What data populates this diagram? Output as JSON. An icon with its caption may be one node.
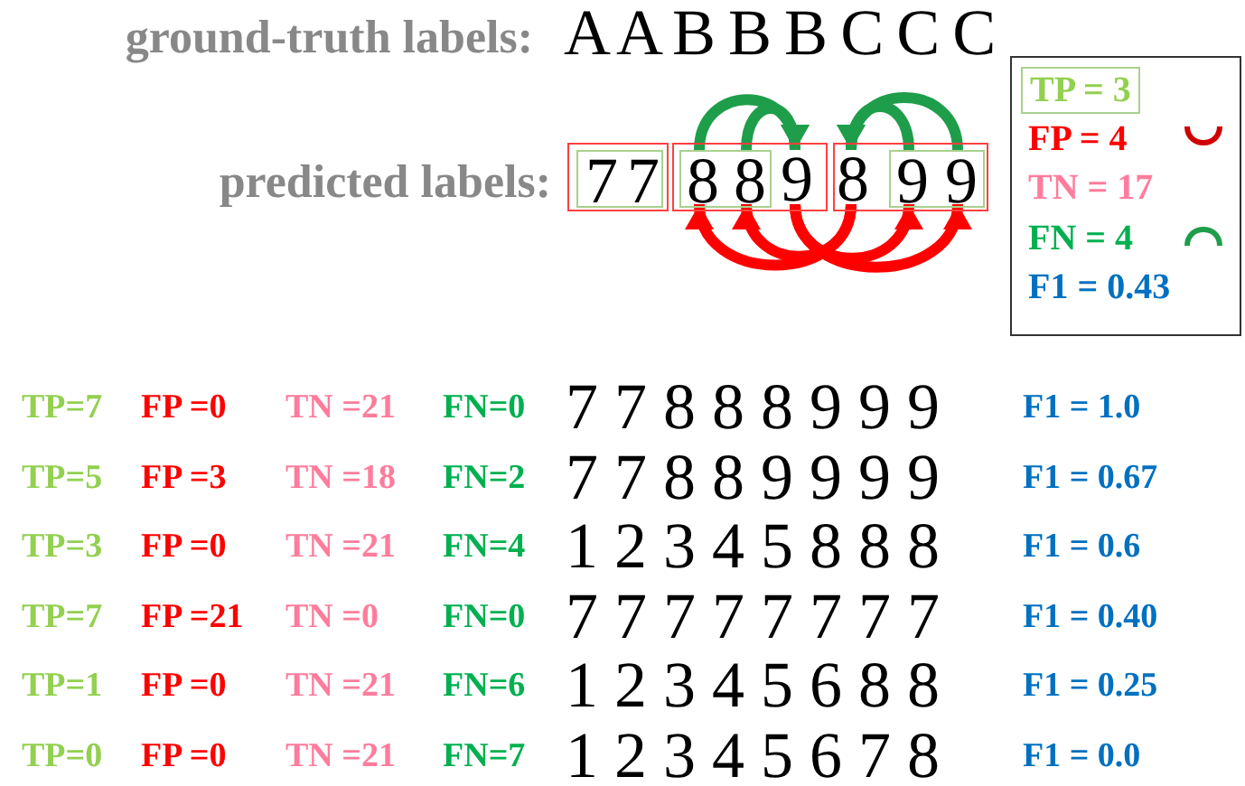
{
  "diagram": {
    "nodes": [
      {
        "text": [],
        "shape": "box"
      },
      {
        "text": [],
        "shape": "box",
        "in": 0
      },
      {
        "text": [
          "7"
        ],
        "in": 1
      },
      {
        "text": [
          "7"
        ],
        "in": 1
      },
      {
        "text": [],
        "shape": "box"
      },
      {
        "text": [],
        "shape": "box",
        "in": 4
      },
      {
        "text": [
          "8"
        ],
        "in": 5
      },
      {
        "text": [
          "8"
        ],
        "in": 5
      },
      {
        "text": [
          "9"
        ],
        "in": 4
      },
      {
        "text": [],
        "shape": "box"
      },
      {
        "text": [
          "8"
        ],
        "in": 9
      },
      {
        "text": [],
        "shape": "box",
        "in": 9
      },
      {
        "text": [
          "9"
        ],
        "in": 11
      },
      {
        "text": [
          "9"
        ],
        "in": 11
      }
    ],
    "edges": [
      {
        "from": 6,
        "to": 8,
        "arrow": "to",
        "color": "#1e9e4a"
      },
      {
        "from": 7,
        "to": 8,
        "arrow": "to",
        "color": "#1e9e4a"
      },
      {
        "from": 12,
        "to": 10,
        "arrow": "to",
        "color": "#1e9e4a"
      },
      {
        "from": 13,
        "to": 10,
        "arrow": "to",
        "color": "#1e9e4a"
      },
      {
        "from": 10,
        "to": 6,
        "arrow": "to",
        "color": "#ff0000"
      },
      {
        "from": 10,
        "to": 7,
        "arrow": "to",
        "color": "#ff0000"
      },
      {
        "from": 8,
        "to": 12,
        "arrow": "to",
        "color": "#ff0000"
      },
      {
        "from": 8,
        "to": 13,
        "arrow": "to",
        "color": "#ff0000"
      }
    ],
    "labels": [
      "ground-truth labels:",
      "A A B B B C C C",
      "predicted labels:",
      "TP=7",
      "FP =0",
      "TN =21",
      "FN=0",
      "7 7 8 8 8 9 9 9",
      "F1 = 1.0",
      "TP=5",
      "FP =3",
      "TN =18",
      "FN=2",
      "7 7 8 8 9 9 9 9",
      "F1 = 0.67",
      "TP=3",
      "FP =0",
      "TN =21",
      "FN=4",
      "1 2 3 4 5 8 8 8",
      "F1 = 0.6",
      "TP=7",
      "FP =21",
      "TN =0",
      "FN=0",
      "7 7 7 7 7 7 7 7",
      "F1 = 0.40",
      "TP=1",
      "FP =0",
      "TN =21",
      "FN=6",
      "1 2 3 4 5 6 8 8",
      "F1 = 0.25",
      "TP=0",
      "FP =0",
      "TN =21",
      "FN=7",
      "1 2 3 4 5 6 7 8",
      "F1 = 0.0"
    ],
    "legend": [
      {
        "text": "TP = 3"
      },
      {
        "text": "FP = 4"
      },
      {
        "text": "TN = 17"
      },
      {
        "text": "FN = 4"
      },
      {
        "text": "F1 = 0.43"
      }
    ]
  }
}
